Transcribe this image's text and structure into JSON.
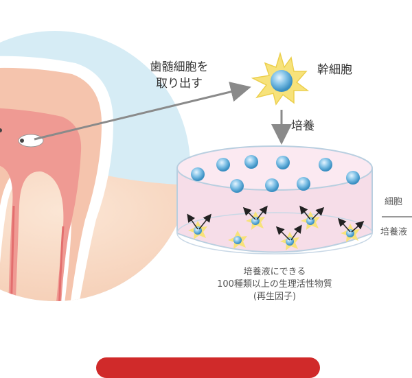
{
  "labels": {
    "extract": [
      "歯髄細胞を",
      "取り出す"
    ],
    "stem_cell": "幹細胞",
    "culture": "培養",
    "culture_fluid_product": [
      "培養液にできる",
      "100種類以上の生理活性物質",
      "(再生因子)"
    ],
    "right_cut_top": "細胞",
    "right_cut_bottom": "培養液"
  },
  "colors": {
    "circle_bg": "#d6ecf5",
    "tooth_pulp": "#f2b5ab",
    "dish_fill": "#f6dde8",
    "cell_blue": "#6fb1da",
    "arrow_gray": "#8a8a8a",
    "button_red": "#d02a2a"
  }
}
